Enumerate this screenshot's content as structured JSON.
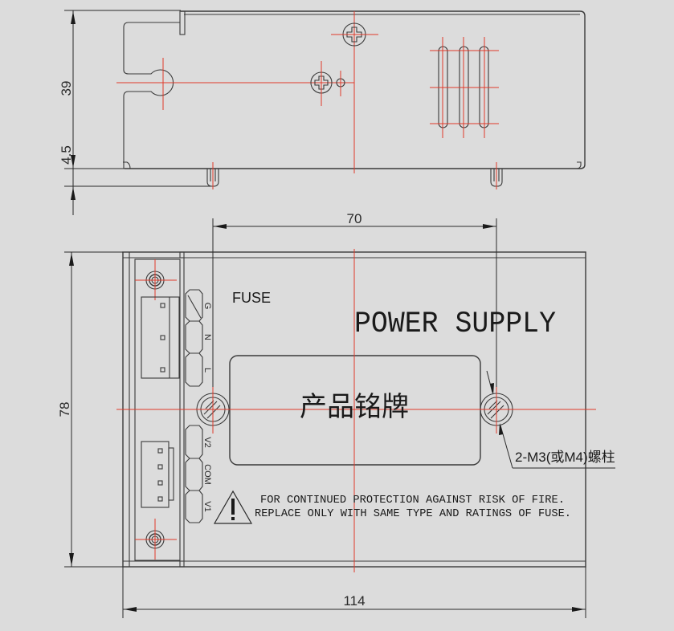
{
  "drawing": {
    "title_label": "POWER SUPPLY",
    "fuse_label": "FUSE",
    "nameplate_label": "产品铭牌",
    "warning_lines": [
      "FOR CONTINUED PROTECTION AGAINST RISK OF FIRE.",
      "REPLACE ONLY WITH SAME TYPE AND RATINGS OF FUSE."
    ],
    "standoff_callout": "2-M3(或M4)螺柱",
    "input_terminals": [
      "G",
      "N",
      "L"
    ],
    "output_terminals": [
      "V2",
      "COM",
      "V1"
    ]
  },
  "dimensions": {
    "side_height": "39",
    "foot_height": "4.5",
    "body_height": "78",
    "mount_spacing": "70",
    "body_width": "114"
  },
  "colors": {
    "background": "#dcdcdc",
    "outline": "#3a3a3a",
    "centerline": "#e03a2a"
  }
}
